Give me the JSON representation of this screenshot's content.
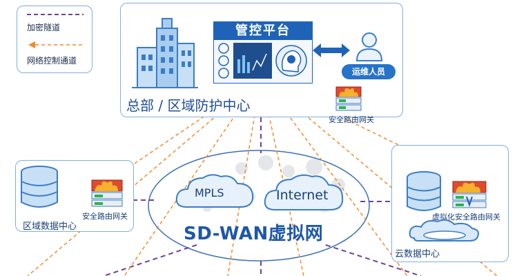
{
  "legend": {
    "encrypted_tunnel": "加密隧道",
    "control_channel": "网络控制通道"
  },
  "hq": {
    "title": "总部 / 区域防护中心",
    "platform_title": "管控平台",
    "ops_label": "运维人员",
    "gateway_label": "安全路由网关"
  },
  "region_dc": {
    "title": "区域数据中心",
    "gateway_label": "安全路由网关"
  },
  "cloud_dc": {
    "title": "云数据中心",
    "gateway_label": "虚拟化安全路由网关"
  },
  "wan": {
    "title": "SD-WAN虚拟网",
    "mpls_label": "MPLS",
    "internet_label": "Internet"
  },
  "colors": {
    "tunnel": "#6a3fa0",
    "control": "#f08a2c",
    "panel_border": "#7fb0dc",
    "accent": "#1f63b8"
  }
}
